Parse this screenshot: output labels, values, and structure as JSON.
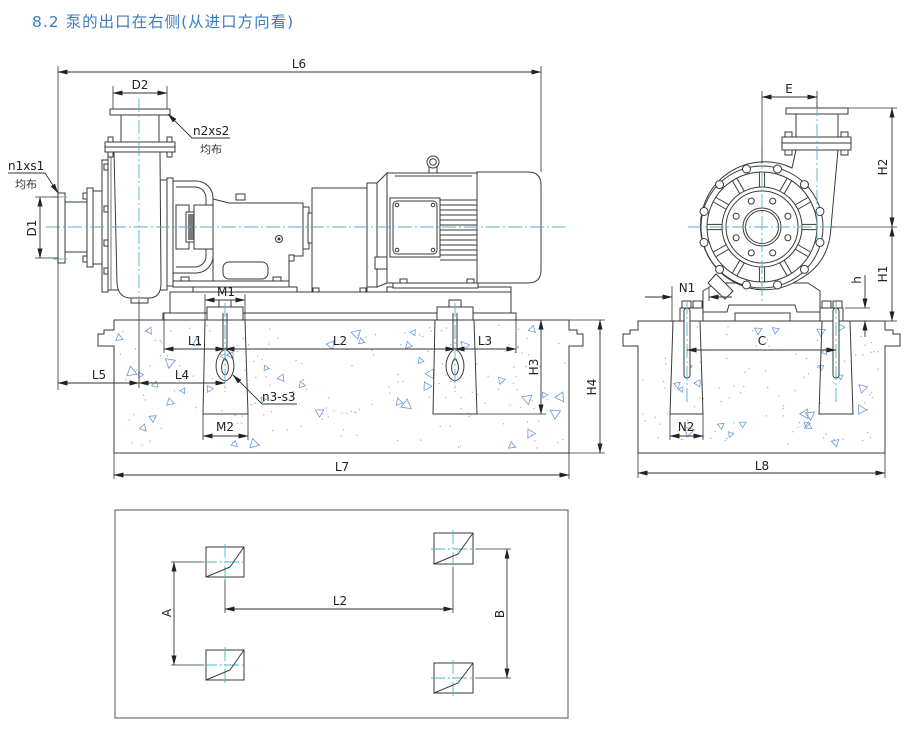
{
  "title": "8.2 泵的出口在右侧(从进口方向看)",
  "colors": {
    "title": "#3b7dc4",
    "centerline": "#4db6c6",
    "aggregate": "#6b9bd6",
    "line": "#3a3a3a"
  },
  "side_view": {
    "dimensions": {
      "L6": "L6",
      "D2": "D2",
      "D1": "D1",
      "M1": "M1",
      "L1": "L1",
      "L2": "L2",
      "L3": "L3",
      "L4": "L4",
      "L5": "L5",
      "M2": "M2",
      "H3": "H3",
      "H4": "H4",
      "L7": "L7"
    },
    "callouts": {
      "outlet_flange_bolts": "n2xs2",
      "outlet_flange_note": "均布",
      "inlet_flange_bolts": "n1xs1",
      "inlet_flange_note": "均布",
      "anchor_bolts": "n3-s3"
    }
  },
  "end_view": {
    "dimensions": {
      "E": "E",
      "H2": "H2",
      "H1": "H1",
      "h": "h",
      "N1": "N1",
      "C": "C",
      "N2": "N2",
      "L8": "L8"
    }
  },
  "plan_view": {
    "dimensions": {
      "A": "A",
      "L2": "L2",
      "B": "B"
    }
  }
}
